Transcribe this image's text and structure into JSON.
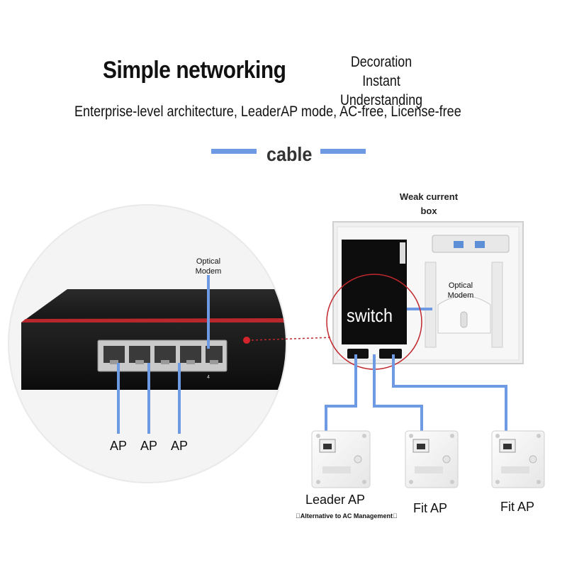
{
  "header": {
    "title": "Simple networking",
    "tagline_line1": "Decoration Instant",
    "tagline_line2": "Understanding",
    "subtitle": "Enterprise-level architecture, LeaderAP mode, AC-free, License-free",
    "cable_label": "cable"
  },
  "zoom": {
    "optical_modem_line1": "Optical",
    "optical_modem_line2": "Modem",
    "port_number": "4",
    "ap_labels": [
      "AP",
      "AP",
      "AP"
    ]
  },
  "box": {
    "weak_line1": "Weak current",
    "weak_line2": "box",
    "switch_label": "switch",
    "optical_modem_line1": "Optical",
    "optical_modem_line2": "Modem"
  },
  "access_points": {
    "leader_label": "Leader AP",
    "leader_note": "\u0000Alternative to AC Management\u0000",
    "fit1_label": "Fit AP",
    "fit2_label": "Fit AP"
  },
  "colors": {
    "cable": "#6d9ae3",
    "highlight_circle": "#c0282d",
    "switch_body": "#1c1c1c"
  }
}
